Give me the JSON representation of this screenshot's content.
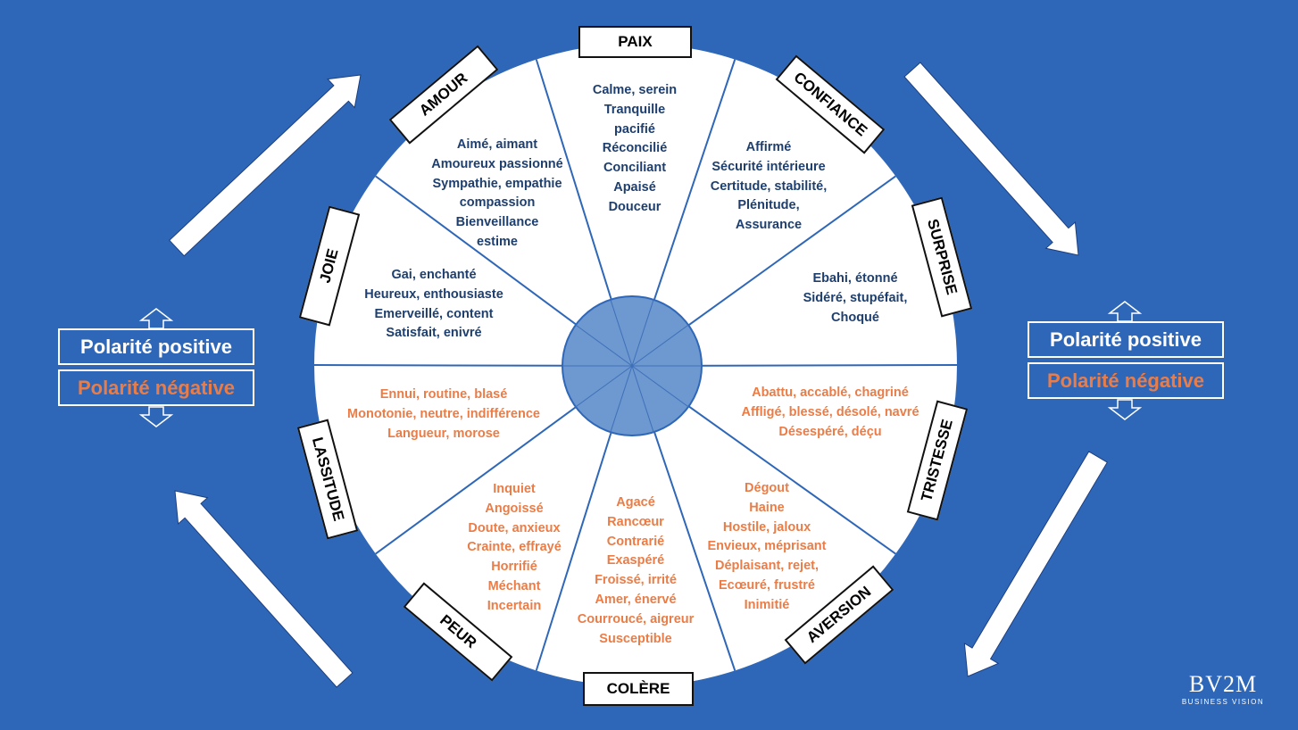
{
  "emotions": [
    {
      "key": "paix",
      "label": "PAIX",
      "polarity": "positive",
      "lines": [
        "Calme, serein",
        "Tranquille",
        "pacifié",
        "Réconcilié",
        "Conciliant",
        "Apaisé",
        "Douceur"
      ]
    },
    {
      "key": "confiance",
      "label": "CONFIANCE",
      "polarity": "positive",
      "lines": [
        "Affirmé",
        "Sécurité intérieure",
        "Certitude, stabilité,",
        "Plénitude,",
        "Assurance"
      ]
    },
    {
      "key": "surprise",
      "label": "SURPRISE",
      "polarity": "positive",
      "lines": [
        "Ebahi, étonné",
        "Sidéré, stupéfait,",
        "Choqué"
      ]
    },
    {
      "key": "tristesse",
      "label": "TRISTESSE",
      "polarity": "negative",
      "lines": [
        "Abattu, accablé, chagriné",
        "Affligé, blessé, désolé, navré",
        "Désespéré, déçu"
      ]
    },
    {
      "key": "aversion",
      "label": "AVERSION",
      "polarity": "negative",
      "lines": [
        "Dégout",
        "Haine",
        "Hostile, jaloux",
        "Envieux, méprisant",
        "Déplaisant, rejet,",
        "Ecœuré, frustré",
        "Inimitié"
      ]
    },
    {
      "key": "colere",
      "label": "COLÈRE",
      "polarity": "negative",
      "lines": [
        "Agacé",
        "Rancœur",
        "Contrarié",
        "Exaspéré",
        "Froissé, irrité",
        "Amer, énervé",
        "Courroucé, aigreur",
        "Susceptible"
      ]
    },
    {
      "key": "peur",
      "label": "PEUR",
      "polarity": "negative",
      "lines": [
        "Inquiet",
        "Angoissé",
        "Doute, anxieux",
        "Crainte, effrayé",
        "Horrifié",
        "Méchant",
        "Incertain"
      ]
    },
    {
      "key": "lassitude",
      "label": "LASSITUDE",
      "polarity": "negative",
      "lines": [
        "Ennui, routine, blasé",
        "Monotonie, neutre, indifférence",
        "Langueur, morose"
      ]
    },
    {
      "key": "joie",
      "label": "JOIE",
      "polarity": "positive",
      "lines": [
        "Gai, enchanté",
        "Heureux, enthousiaste",
        "Emerveillé, content",
        "Satisfait, enivré"
      ]
    },
    {
      "key": "amour",
      "label": "AMOUR",
      "polarity": "positive",
      "lines": [
        "Aimé, aimant",
        "Amoureux passionné",
        "Sympathie, empathie",
        "compassion",
        "Bienveillance",
        "estime"
      ]
    }
  ],
  "polarity_left": {
    "positive": "Polarité positive",
    "negative": "Polarité négative"
  },
  "polarity_right": {
    "positive": "Polarité positive",
    "negative": "Polarité négative"
  },
  "logo": {
    "brand": "BV2M",
    "tagline": "BUSINESS VISION"
  },
  "colors": {
    "background": "#2f67b8",
    "positive_text": "#1e3f6e",
    "negative_text": "#ea7d47",
    "hub": "#6d98d0",
    "divider": "#2f67b8",
    "arrow": "#ffffff"
  }
}
